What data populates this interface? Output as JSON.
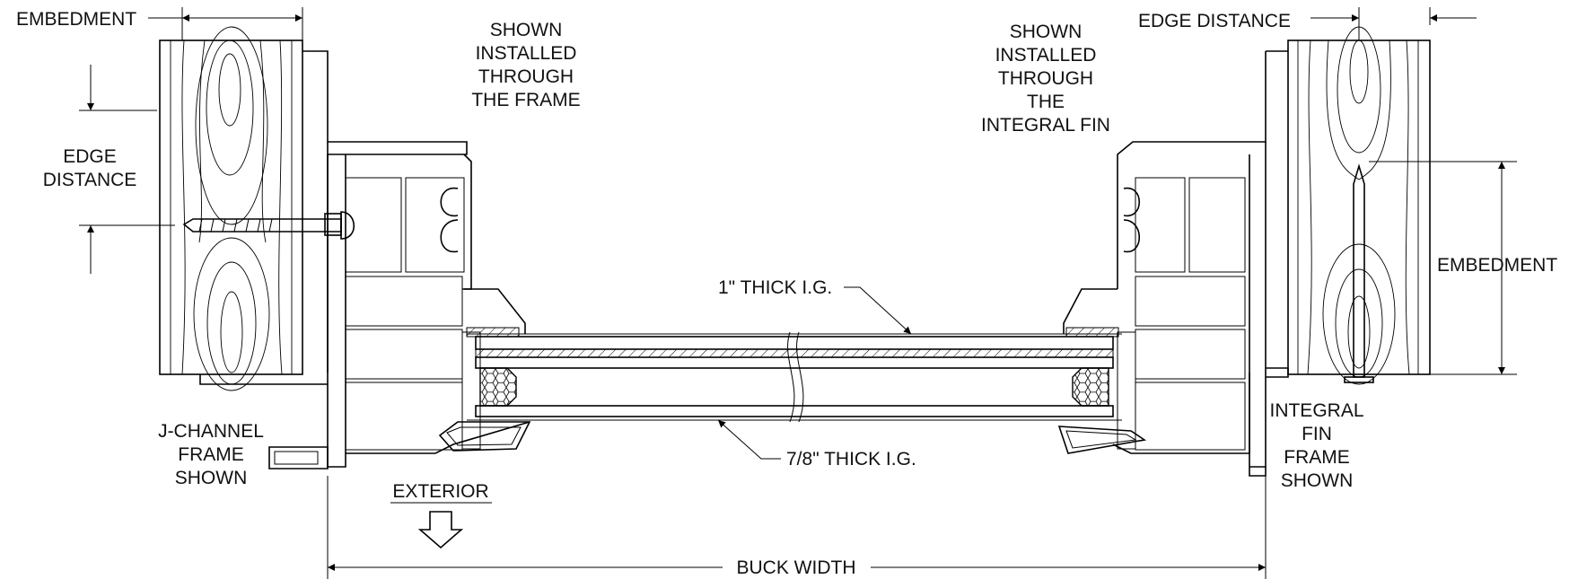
{
  "labels": {
    "embedment_left": "EMBEDMENT",
    "edge_distance_left_1": "EDGE",
    "edge_distance_left_2": "DISTANCE",
    "shown_frame_1": "SHOWN",
    "shown_frame_2": "INSTALLED",
    "shown_frame_3": "THROUGH",
    "shown_frame_4": "THE FRAME",
    "shown_fin_1": "SHOWN",
    "shown_fin_2": "INSTALLED",
    "shown_fin_3": "THROUGH",
    "shown_fin_4": "THE",
    "shown_fin_5": "INTEGRAL FIN",
    "edge_distance_right": "EDGE DISTANCE",
    "embedment_right": "EMBEDMENT",
    "ig_one_inch": "1\" THICK I.G.",
    "ig_seven_eighths": "7/8\" THICK I.G.",
    "jchannel_1": "J-CHANNEL",
    "jchannel_2": "FRAME",
    "jchannel_3": "SHOWN",
    "exterior": "EXTERIOR",
    "integral_fin_1": "INTEGRAL",
    "integral_fin_2": "FIN",
    "integral_fin_3": "FRAME",
    "integral_fin_4": "SHOWN",
    "buck_width": "BUCK WIDTH"
  }
}
